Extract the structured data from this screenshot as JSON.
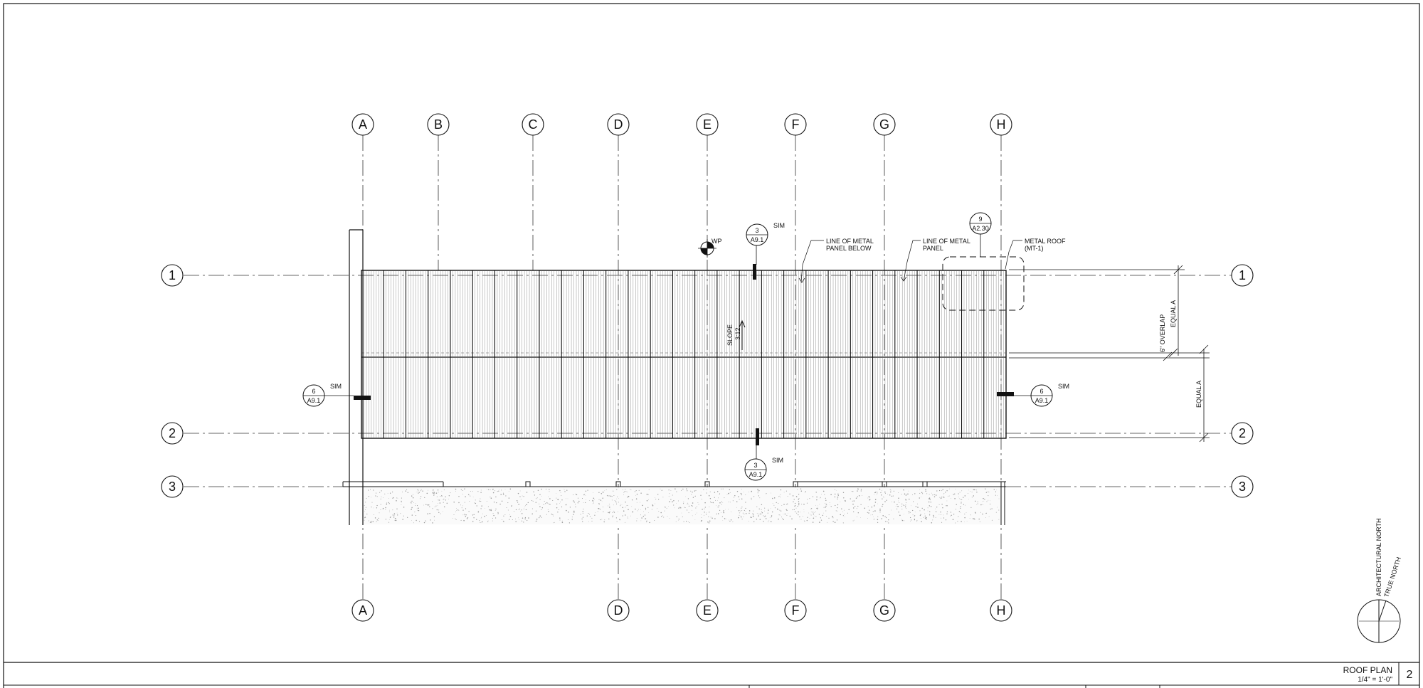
{
  "grid": {
    "columns_top": [
      "A",
      "B",
      "C",
      "D",
      "E",
      "F",
      "G",
      "H"
    ],
    "columns_bottom": [
      "A",
      "D",
      "E",
      "F",
      "G",
      "H"
    ],
    "rows": [
      "1",
      "2",
      "3"
    ]
  },
  "annotations": {
    "workpoint": "WP",
    "slope_label": "SLOPE",
    "slope_value": "3:12",
    "metal_panel_below": [
      "LINE OF METAL",
      "PANEL BELOW"
    ],
    "metal_panel": [
      "LINE OF METAL",
      "PANEL"
    ],
    "metal_roof": [
      "METAL ROOF",
      "(MT-1)"
    ],
    "overlap": "6\" OVERLAP",
    "equal_top": "EQUAL A",
    "equal_bottom": "EQUAL A"
  },
  "detail_refs": {
    "top_center": {
      "number": "3",
      "sheet": "A9.1",
      "note": "SIM"
    },
    "bottom_center": {
      "number": "3",
      "sheet": "A9.1",
      "note": "SIM"
    },
    "left": {
      "number": "6",
      "sheet": "A9.1",
      "note": "SIM"
    },
    "right": {
      "number": "6",
      "sheet": "A9.1",
      "note": "SIM"
    },
    "roof_callout": {
      "number": "9",
      "sheet": "A2.30"
    }
  },
  "north_arrow": {
    "architectural": "ARCHITECTURAL NORTH",
    "true": "TRUE NORTH"
  },
  "title_block": {
    "title": "ROOF PLAN",
    "scale": "1/4\" = 1'-0\"",
    "drawing_number": "2"
  },
  "colors": {
    "line": "#111111",
    "hatch": "#555555",
    "stipple": "#9a9a9a"
  }
}
